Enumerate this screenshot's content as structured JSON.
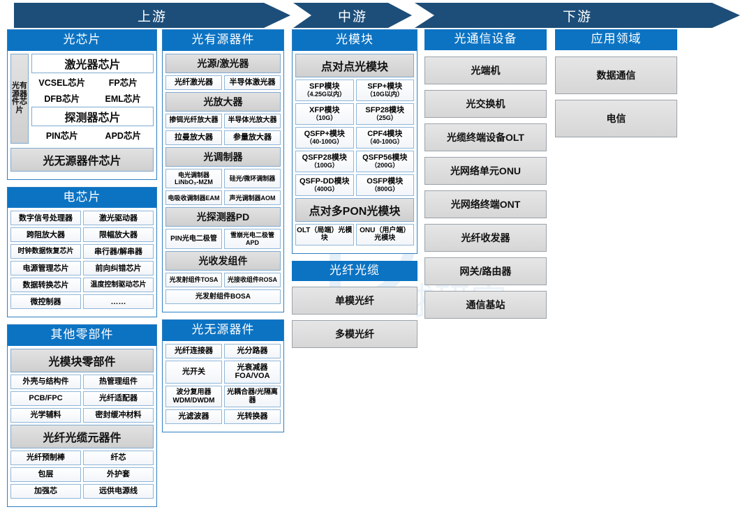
{
  "banners": [
    {
      "label": "上游"
    },
    {
      "label": "中游"
    },
    {
      "label": "下游"
    }
  ],
  "columns": {
    "optical_chip": {
      "title": "光芯片",
      "vertical_label": "光有源器件芯片",
      "laser_chip_header": "激光器芯片",
      "laser_chips": [
        "VCSEL芯片",
        "FP芯片",
        "DFB芯片",
        "EML芯片"
      ],
      "detector_chip_header": "探测器芯片",
      "detector_chips": [
        "PIN芯片",
        "APD芯片"
      ],
      "passive_chip": "光无源器件芯片"
    },
    "electric_chip": {
      "title": "电芯片",
      "items": [
        "数字信号处理器",
        "激光驱动器",
        "跨阻放大器",
        "限幅放大器",
        "时钟数据恢复芯片",
        "串行器/解串器",
        "电源管理芯片",
        "前向纠错芯片",
        "数据转换芯片",
        "温度控制驱动芯片",
        "微控制器",
        "……"
      ]
    },
    "other_parts": {
      "title": "其他零部件",
      "sub1": "光模块零部件",
      "items1": [
        "外壳与结构件",
        "热管理组件",
        "PCB/FPC",
        "光纤适配器",
        "光学辅料",
        "密封缓冲材料"
      ],
      "sub2": "光纤光缆元器件",
      "items2": [
        "光纤预制棒",
        "纤芯",
        "包层",
        "外护套",
        "加强芯",
        "远供电源线"
      ]
    },
    "active_devices": {
      "title": "光有源器件",
      "sections": [
        {
          "header": "光源/激光器",
          "items": [
            "光纤激光器",
            "半导体激光器"
          ]
        },
        {
          "header": "光放大器",
          "items": [
            "掺铒光纤放大器",
            "半导体光放大器",
            "拉曼放大器",
            "参量放大器"
          ]
        },
        {
          "header": "光调制器",
          "items": [
            "电光调制器 LiNbO₃-MZM",
            "硅光/微环调制器",
            "电吸收调制器EAM",
            "声光调制器AOM"
          ]
        },
        {
          "header": "光探测器PD",
          "items": [
            "PIN光电二极管",
            "雪崩光电二极管APD"
          ]
        },
        {
          "header": "光收发组件",
          "items": [
            "光发射组件TOSA",
            "光接收组件ROSA"
          ],
          "full": "光发射组件BOSA"
        }
      ]
    },
    "passive_devices": {
      "title": "光无源器件",
      "items": [
        "光纤连接器",
        "光分路器",
        "光开关",
        "光衰减器FOA/VOA",
        "波分复用器WDM/DWDM",
        "光耦合器/光隔离器",
        "光滤波器",
        "光转换器"
      ]
    },
    "optical_module": {
      "title": "光模块",
      "p2p_header": "点对点光模块",
      "p2p_modules": [
        {
          "name": "SFP模块",
          "spec": "（4.25G以内）"
        },
        {
          "name": "SFP+模块",
          "spec": "（10G以内）"
        },
        {
          "name": "XFP模块",
          "spec": "（10G）"
        },
        {
          "name": "SFP28模块",
          "spec": "（25G）"
        },
        {
          "name": "QSFP+模块",
          "spec": "（40-100G）"
        },
        {
          "name": "CPF4模块",
          "spec": "（40-100G）"
        },
        {
          "name": "QSFP28模块",
          "spec": "（100G）"
        },
        {
          "name": "QSFP56模块",
          "spec": "（200G）"
        },
        {
          "name": "QSFP-DD模块",
          "spec": "（400G）"
        },
        {
          "name": "OSFP模块",
          "spec": "（800G）"
        }
      ],
      "pon_header": "点对多PON光模块",
      "pon_modules": [
        "OLT（局端）光模块",
        "ONU（用户端）光模块"
      ]
    },
    "fiber_cable": {
      "title": "光纤光缆",
      "items": [
        "单模光纤",
        "多模光纤"
      ]
    },
    "comm_equipment": {
      "title": "光通信设备",
      "items": [
        "光端机",
        "光交换机",
        "光缆终端设备OLT",
        "光网络单元ONU",
        "光网络终端ONT",
        "光纤收发器",
        "网关/路由器",
        "通信基站"
      ]
    },
    "application": {
      "title": "应用领域",
      "items": [
        "数据通信",
        "电信"
      ]
    }
  },
  "colors": {
    "banner": "#1d4e79",
    "header": "#0c73c3",
    "cell_border": "#8fb6d8",
    "gray_fill": "#d6d6d6"
  }
}
